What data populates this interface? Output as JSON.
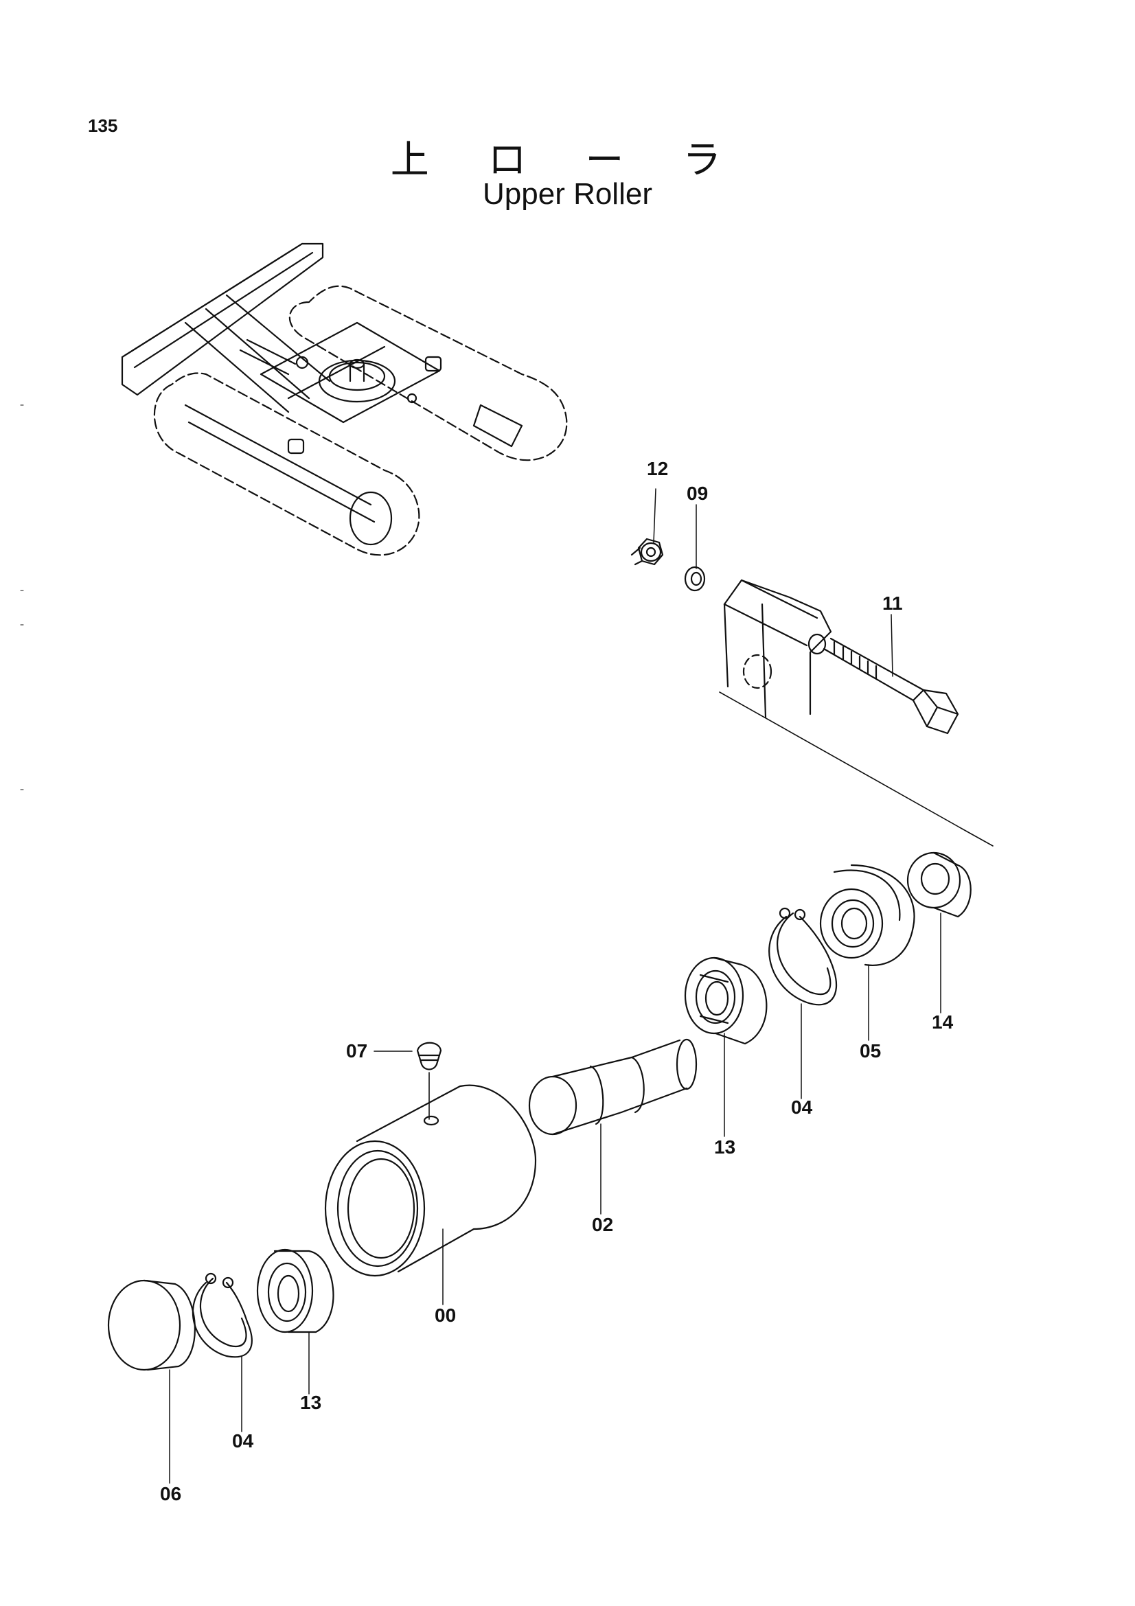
{
  "page": {
    "number": "135",
    "title_jp": "上 ロ ー ラ",
    "title_en": "Upper Roller"
  },
  "callouts": [
    {
      "id": "12",
      "text": "12"
    },
    {
      "id": "09",
      "text": "09"
    },
    {
      "id": "11",
      "text": "11"
    },
    {
      "id": "14",
      "text": "14"
    },
    {
      "id": "05",
      "text": "05"
    },
    {
      "id": "04a",
      "text": "04"
    },
    {
      "id": "13a",
      "text": "13"
    },
    {
      "id": "07",
      "text": "07"
    },
    {
      "id": "02",
      "text": "02"
    },
    {
      "id": "00",
      "text": "00"
    },
    {
      "id": "13b",
      "text": "13"
    },
    {
      "id": "04b",
      "text": "04"
    },
    {
      "id": "06",
      "text": "06"
    }
  ]
}
